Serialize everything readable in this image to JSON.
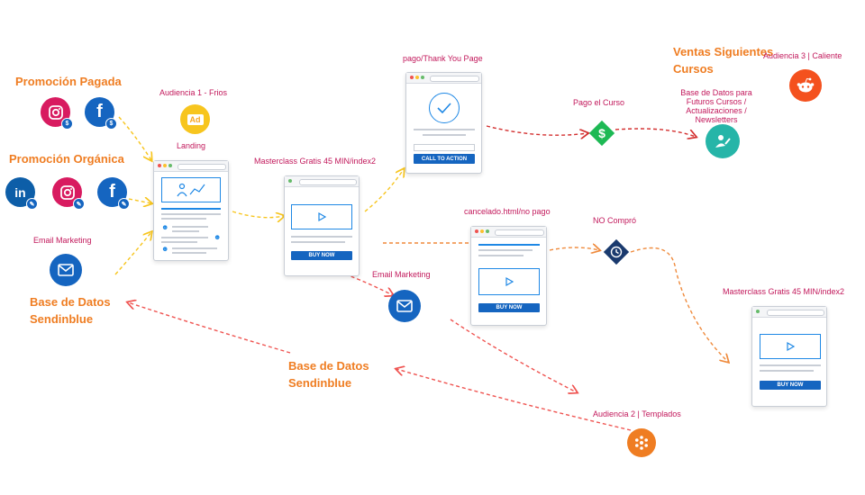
{
  "headings": {
    "paid": "Promoción Pagada",
    "organic": "Promoción Orgánica",
    "db_left": "Base de Datos Sendinblue",
    "db_center": "Base de Datos Sendinblue",
    "ventas": "Ventas Siguientes Cursos"
  },
  "labels": {
    "email_marketing_left": "Email Marketing",
    "audiencia1": "Audiencia 1 - Frios",
    "landing": "Landing",
    "masterclass1": "Masterclass Gratis 45 MIN/index2",
    "thankyou": "pago/Thank You Page",
    "pago_curso": "Pago el Curso",
    "base_futuros": "Base de Datos para Futuros Cursos / Actualizaciones / Newsletters",
    "audiencia3": "Audiencia 3 | Caliente",
    "cancelado": "cancelado.html/no pago",
    "no_compro": "NO Compró",
    "email_marketing_center": "Email Marketing",
    "masterclass2": "Masterclass Gratis 45 MIN/index2",
    "audiencia2": "Audiencia 2 | Templados"
  },
  "icons": {
    "ad_text": "Ad",
    "mini_paid": "$",
    "mini_organic": "✎"
  },
  "buttons": {
    "buy_now_1": "BUY NOW",
    "buy_now_2": "BUY NOW",
    "buy_now_3": "BUY NOW",
    "call_to_action": "CALL TO ACTION"
  },
  "colors": {
    "instagram": "#d81b60",
    "facebook": "#1565c0",
    "linkedin": "#0d5ea8",
    "accent_orange": "#ef7d22",
    "label_pink": "#c2185b",
    "dollar_green": "#1db954",
    "teal": "#26b5a8",
    "reddit": "#f4511e",
    "clock_navy": "#1a3a6e"
  }
}
